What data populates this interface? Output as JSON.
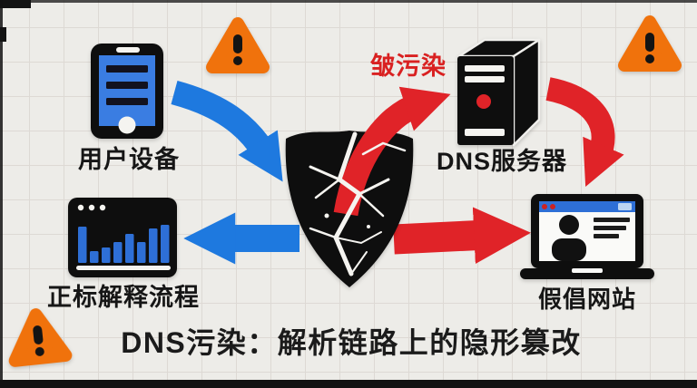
{
  "labels": {
    "user_device": "用户设备",
    "pollution": "皱污染",
    "dns_server": "DNS服务器",
    "normal_flow": "正标解释流程",
    "fake_site": "假倡网站",
    "caption": "DNS污染：解析链路上的隐形篡改"
  },
  "colors": {
    "background": "#edece8",
    "grid_line": "#ddd9d4",
    "blue": "#1e79df",
    "bar_blue": "#2e6fd6",
    "screen_blue": "#3a7de2",
    "red": "#e02328",
    "label_red": "#d92121",
    "orange": "#f0720c",
    "ink": "#0e0e0e",
    "text": "#161616",
    "white": "#f5f4f0"
  },
  "icons": {
    "phone": "phone-icon",
    "warning": "warning-triangle-icon",
    "shield": "broken-shield-icon",
    "server": "server-tower-icon",
    "chart": "browser-bar-chart-icon",
    "laptop": "laptop-user-icon",
    "chart_icon_bars": [
      40,
      13,
      17,
      23,
      32,
      23,
      38,
      42
    ]
  }
}
